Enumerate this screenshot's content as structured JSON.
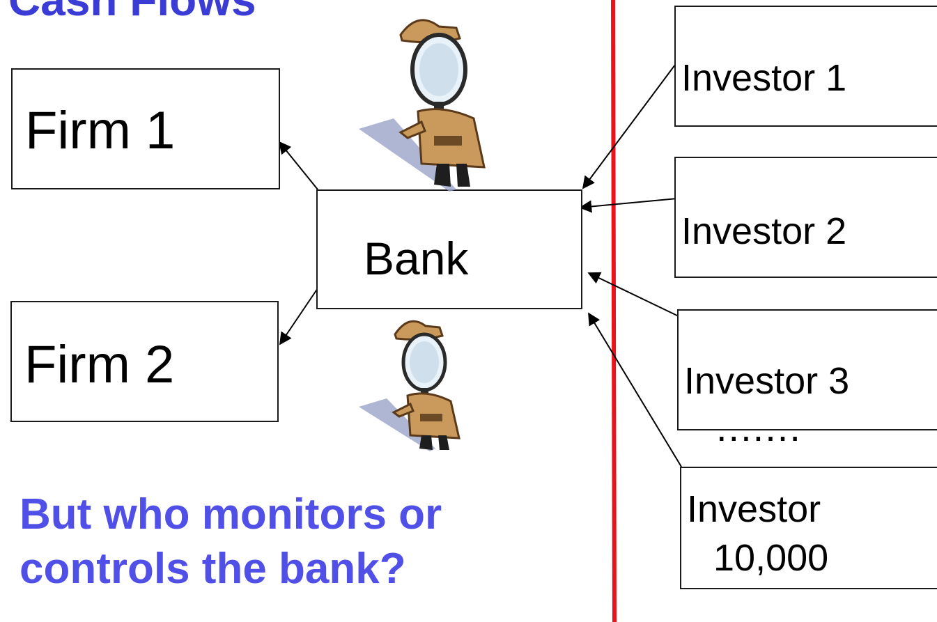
{
  "title": "Cash Flows",
  "firms": [
    "Firm 1",
    "Firm 2"
  ],
  "bank": "Bank",
  "investors": [
    "Investor 1",
    "Investor 2",
    "Investor 3"
  ],
  "ellipsis": ".......",
  "last_investor": {
    "line1": "Investor",
    "line2": "10,000"
  },
  "question": "But who monitors or controls the bank?",
  "colors": {
    "divider": "#e8141c",
    "question": "#5050e8",
    "title": "#3b3bd6"
  },
  "icons": [
    "detective-icon",
    "detective-icon"
  ]
}
